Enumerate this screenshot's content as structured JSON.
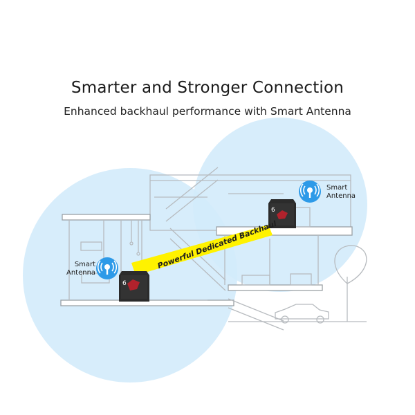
{
  "heading": {
    "title": "Smarter and Stronger Connection",
    "subtitle": "Enhanced backhaul performance with Smart Antenna"
  },
  "labels": {
    "left_antenna": [
      "Smart",
      "Antenna"
    ],
    "right_antenna": [
      "Smart",
      "Antenna"
    ],
    "backhaul": "Powerful Dedicated Backhaul"
  },
  "colors": {
    "coverage": "#cfe9fb",
    "antenna_badge": "#2d9ae8",
    "backhaul_band": "#fff200",
    "router_body": "#2b2b2b",
    "router_accent": "#c8202c",
    "line_art": "#b5b9bd"
  },
  "icons": [
    "smart-antenna-icon",
    "router-icon"
  ]
}
